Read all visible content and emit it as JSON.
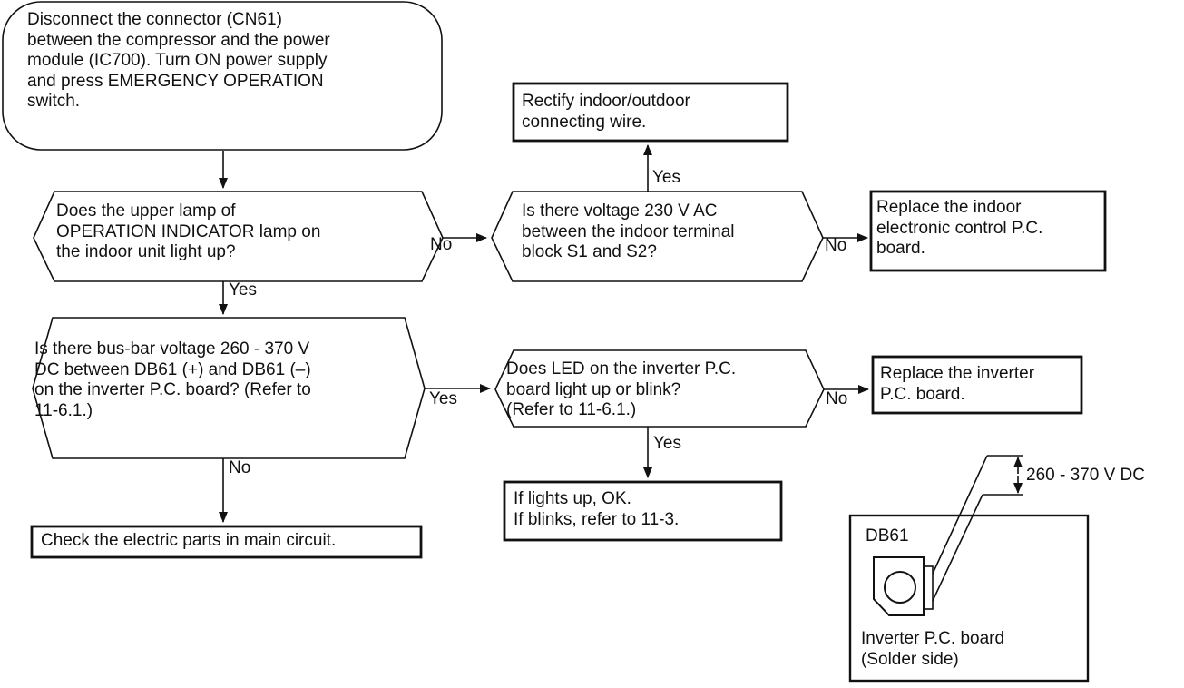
{
  "flowchart": {
    "start": "Disconnect the connector (CN61)\nbetween the compressor and the power\nmodule (IC700). Turn ON power supply\nand press EMERGENCY OPERATION\nswitch.",
    "decision_lamp": "Does the upper lamp of\nOPERATION INDICATOR lamp on\nthe indoor unit light up?",
    "decision_voltage_ac": "Is there voltage 230 V AC\nbetween the indoor terminal\nblock S1 and S2?",
    "action_rectify_wire": "Rectify indoor/outdoor\nconnecting wire.",
    "action_replace_indoor_board": "Replace the indoor\nelectronic control P.C.\nboard.",
    "decision_busbar": "Is there bus-bar voltage 260 - 370 V\nDC between DB61 (+) and DB61 (–)\non the inverter P.C. board? (Refer to\n11-6.1.)",
    "decision_led": "Does LED on the inverter P.C.\nboard light up or blink?\n(Refer to 11-6.1.)",
    "action_replace_inverter_board": "Replace the inverter\nP.C. board.",
    "result_led": "If lights up, OK.\nIf blinks, refer to 11-3.",
    "action_check_main_circuit": "Check the electric parts in main circuit."
  },
  "labels": {
    "yes": "Yes",
    "no": "No"
  },
  "inset": {
    "component_label": "DB61",
    "board_label": "Inverter P.C. board\n(Solder side)",
    "voltage_label": "260 - 370 V DC"
  }
}
